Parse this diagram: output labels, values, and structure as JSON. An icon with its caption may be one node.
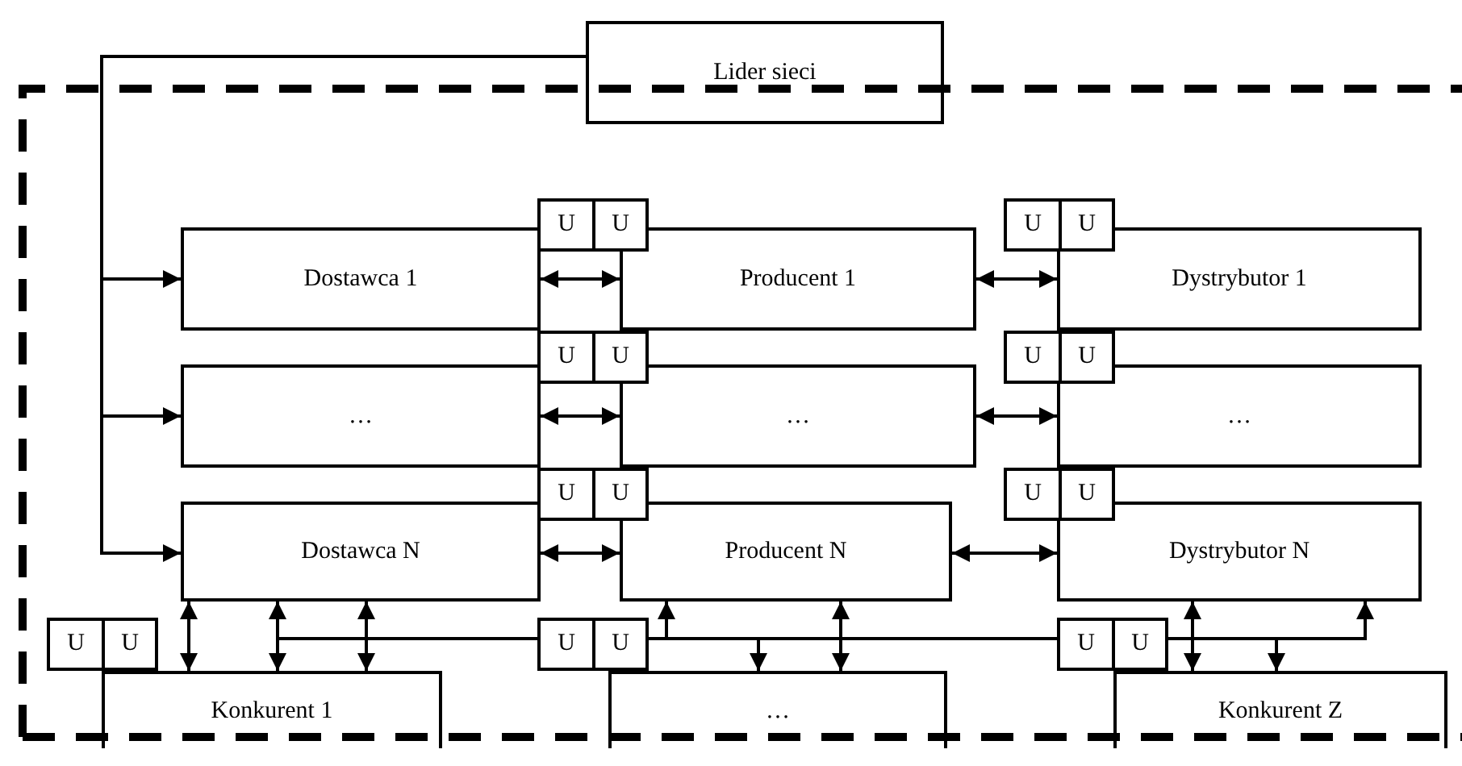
{
  "diagram": {
    "nodes": [
      {
        "text": [
          "Lider sieci"
        ]
      },
      {
        "text": [
          "Dostawca 1"
        ]
      },
      {
        "text": [
          "Producent 1"
        ]
      },
      {
        "text": [
          "Dystrybutor 1"
        ]
      },
      {
        "text": [
          "…"
        ]
      },
      {
        "text": [
          "…"
        ]
      },
      {
        "text": [
          "…"
        ]
      },
      {
        "text": [
          "Dostawca N"
        ]
      },
      {
        "text": [
          "Producent N"
        ]
      },
      {
        "text": [
          "Dystrybutor N"
        ]
      },
      {
        "text": [
          "Konkurent 1"
        ]
      },
      {
        "text": [
          "…"
        ]
      },
      {
        "text": [
          "Konkurent Z"
        ]
      },
      {
        "text": [
          "U"
        ]
      },
      {
        "text": [
          "U"
        ]
      },
      {
        "text": [
          "U"
        ]
      },
      {
        "text": [
          "U"
        ]
      },
      {
        "text": [
          "U"
        ]
      },
      {
        "text": [
          "U"
        ]
      },
      {
        "text": [
          "U"
        ]
      },
      {
        "text": [
          "U"
        ]
      },
      {
        "text": [
          "U"
        ]
      },
      {
        "text": [
          "U"
        ]
      },
      {
        "text": [
          "U"
        ]
      },
      {
        "text": [
          "U"
        ]
      },
      {
        "text": [
          "U"
        ]
      },
      {
        "text": [
          "U"
        ]
      },
      {
        "text": [
          "U"
        ]
      },
      {
        "text": [
          "U"
        ]
      },
      {
        "text": [
          "U"
        ]
      },
      {
        "text": [
          "U"
        ]
      }
    ],
    "edges": [
      {
        "from": 0,
        "to": 1,
        "arrow": "to"
      },
      {
        "from": 0,
        "to": 4,
        "arrow": "to"
      },
      {
        "from": 0,
        "to": 7,
        "arrow": "to"
      },
      {
        "from": 1,
        "to": 2,
        "arrow": "both"
      },
      {
        "from": 2,
        "to": 3,
        "arrow": "both"
      },
      {
        "from": 4,
        "to": 5,
        "arrow": "both"
      },
      {
        "from": 5,
        "to": 6,
        "arrow": "both"
      },
      {
        "from": 7,
        "to": 8,
        "arrow": "both"
      },
      {
        "from": 8,
        "to": 9,
        "arrow": "both"
      },
      {
        "from": 7,
        "to": 10,
        "arrow": "both"
      },
      {
        "from": 7,
        "to": 10,
        "arrow": "both"
      },
      {
        "from": 7,
        "to": 10,
        "arrow": "both"
      },
      {
        "from": 7,
        "to": 27,
        "arrow": "none"
      },
      {
        "from": 28,
        "to": 8,
        "arrow": "to"
      },
      {
        "from": 28,
        "to": 11,
        "arrow": "to"
      },
      {
        "from": 8,
        "to": 11,
        "arrow": "both"
      },
      {
        "from": 28,
        "to": 29,
        "arrow": "none"
      },
      {
        "from": 9,
        "to": 12,
        "arrow": "both"
      },
      {
        "from": 30,
        "to": 12,
        "arrow": "to"
      },
      {
        "from": 30,
        "to": 9,
        "arrow": "to"
      }
    ]
  }
}
